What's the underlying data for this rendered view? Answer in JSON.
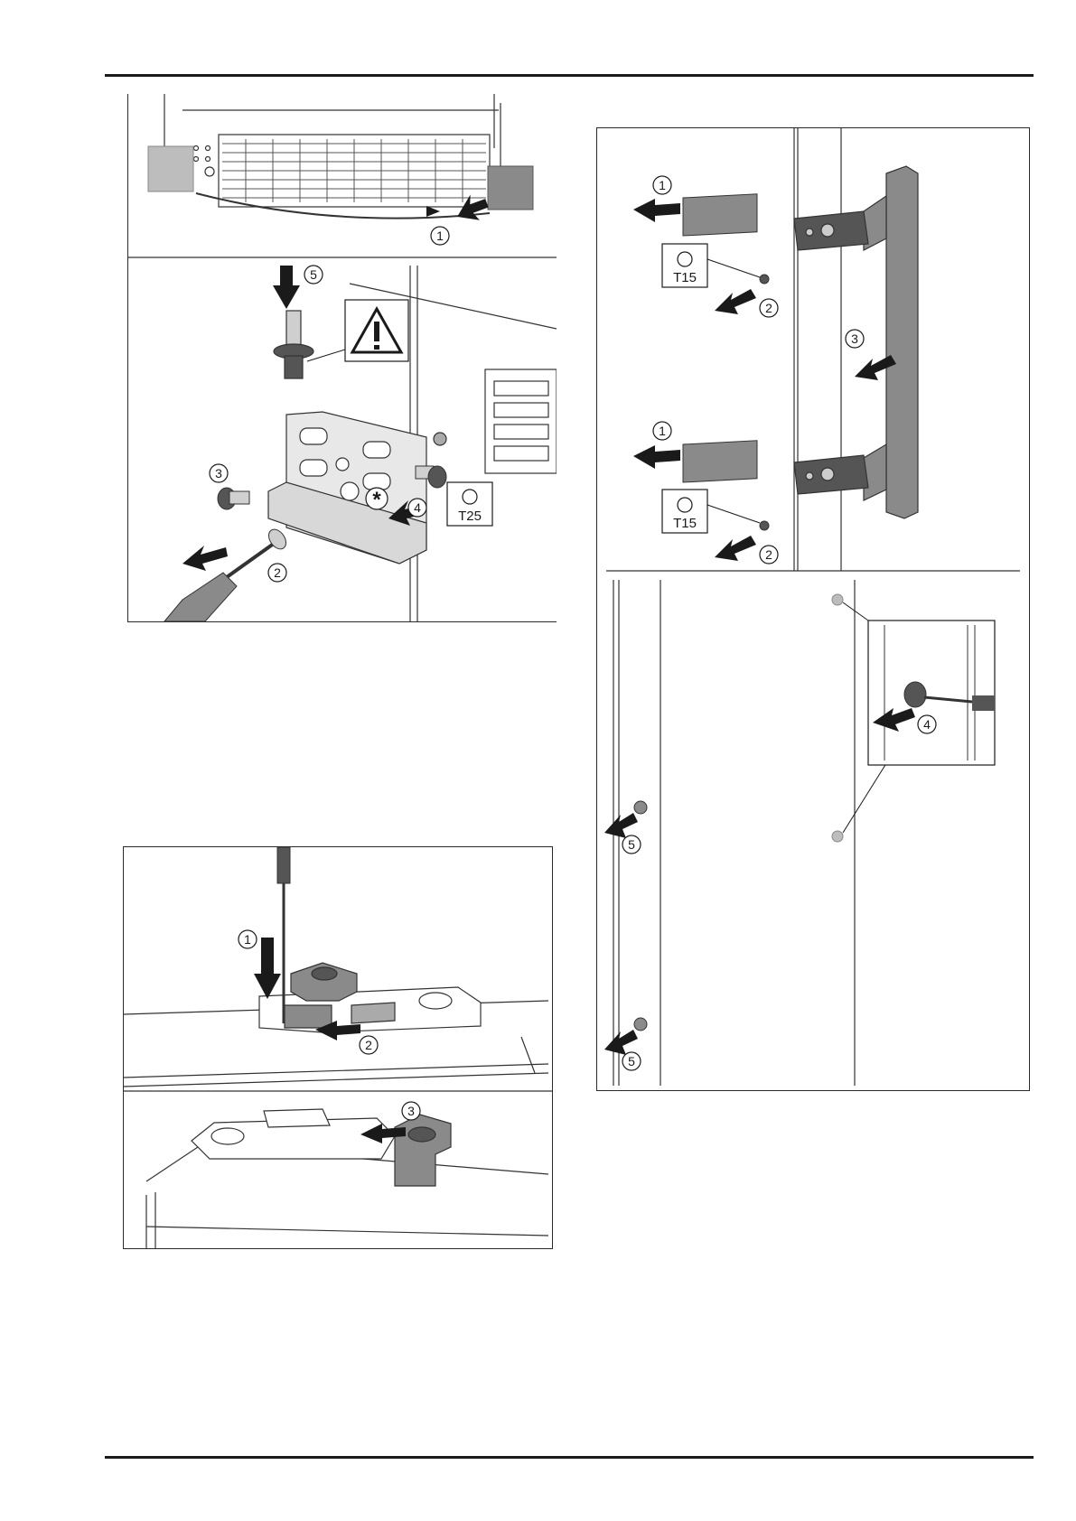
{
  "page": {
    "background": "#ffffff",
    "line_color": "#1a1a1a",
    "part_gray": "#8a8a8a",
    "dark_gray": "#555555"
  },
  "figure_1": {
    "callouts": {
      "c1": "1",
      "c2": "2",
      "c3": "3",
      "c4": "4",
      "c5": "5"
    },
    "torx": "T25",
    "warning_icon": "warning-triangle-icon",
    "asterisk": "*"
  },
  "figure_2": {
    "callouts": {
      "c1": "1",
      "c2": "2",
      "c3": "3"
    }
  },
  "figure_3": {
    "callouts": {
      "c1_top": "1",
      "c1_bottom": "1",
      "c2_top": "2",
      "c2_bottom": "2",
      "c3": "3",
      "c4": "4",
      "c5_top": "5",
      "c5_bottom": "5"
    },
    "torx_top": "T15",
    "torx_bottom": "T15"
  }
}
